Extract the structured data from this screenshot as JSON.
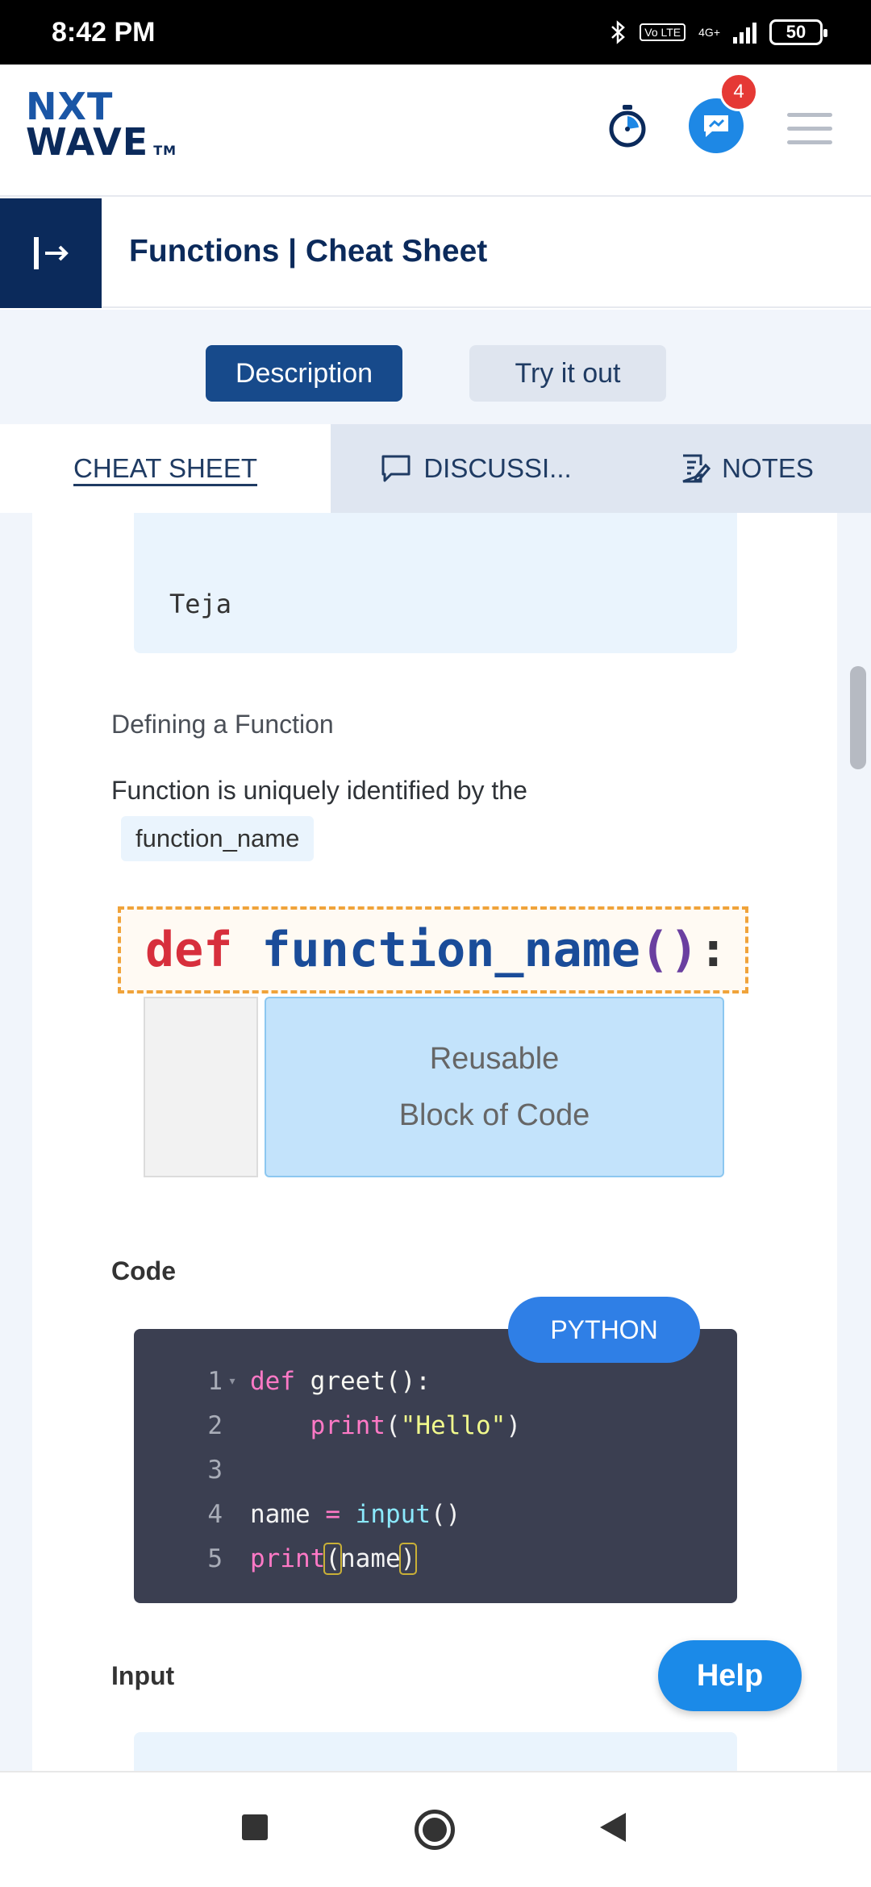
{
  "status_bar": {
    "time": "8:42 PM",
    "volte": "Vo LTE",
    "network": "4G+",
    "battery": "50"
  },
  "header": {
    "logo_top": "NXT",
    "logo_bottom": "WAVE",
    "logo_tm": "TM",
    "chat_badge": "4"
  },
  "title_bar": {
    "title": "Functions | Cheat Sheet"
  },
  "segments": {
    "description": "Description",
    "try_it_out": "Try it out"
  },
  "tabs": {
    "cheat_sheet": "CHEAT SHEET",
    "discussions": "DISCUSSI...",
    "notes": "NOTES"
  },
  "content": {
    "output_text": "Teja",
    "defining_heading": "Defining a Function",
    "defining_para": "Function is uniquely identified by the",
    "inline_code": "function_name",
    "diagram": {
      "def": "def",
      "fn": "function_name",
      "paren": "()",
      "colon": ":",
      "block_line1": "Reusable",
      "block_line2": "Block of Code"
    },
    "code_heading": "Code",
    "code_language": "PYTHON",
    "code_lines": [
      {
        "num": "1"
      },
      {
        "num": "2"
      },
      {
        "num": "3"
      },
      {
        "num": "4"
      },
      {
        "num": "5"
      }
    ],
    "code": {
      "l1_kw": "def",
      "l1_rest": " greet():",
      "l2_indent": "    ",
      "l2_fn": "print",
      "l2_open": "(",
      "l2_str": "\"Hello\"",
      "l2_close": ")",
      "l4_var": "name ",
      "l4_op": "=",
      "l4_sp": " ",
      "l4_fn": "input",
      "l4_paren": "()",
      "l5_fn": "print",
      "l5_open": "(",
      "l5_arg": "name",
      "l5_close": ")"
    },
    "input_heading": "Input"
  },
  "help_button": "Help"
}
